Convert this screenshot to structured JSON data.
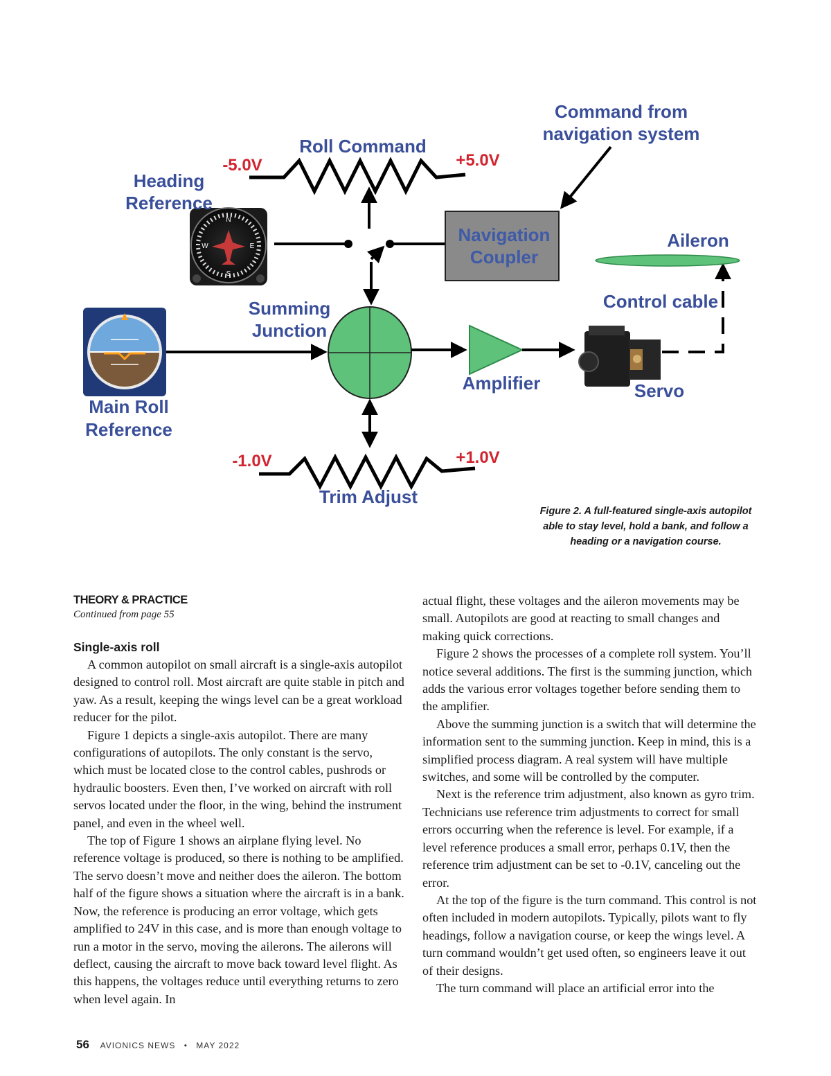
{
  "figure": {
    "labels": {
      "roll_command": "Roll Command",
      "minus5": "-5.0V",
      "plus5": "+5.0V",
      "command_line1": "Command from",
      "command_line2": "navigation system",
      "heading_line1": "Heading",
      "heading_line2": "Reference",
      "nav_line1": "Navigation",
      "nav_line2": "Coupler",
      "aileron": "Aileron",
      "control_cable": "Control cable",
      "summing_line1": "Summing",
      "summing_line2": "Junction",
      "amplifier": "Amplifier",
      "servo": "Servo",
      "main_roll_line1": "Main Roll",
      "main_roll_line2": "Reference",
      "minus1": "-1.0V",
      "plus1": "+1.0V",
      "trim_adjust": "Trim Adjust"
    },
    "caption": "Figure 2. A full-featured single-axis autopilot able to stay level, hold a bank, and follow a heading or a navigation course.",
    "colors": {
      "label_blue": "#3a4f9a",
      "voltage_red": "#d1242f",
      "junction_green": "#5ec27a",
      "coupler_gray": "#8a8a8a"
    }
  },
  "article": {
    "section": "THEORY & PRACTICE",
    "continued": "Continued from page 55",
    "subhead": "Single-axis roll",
    "left_paragraphs": [
      "A common autopilot on small aircraft is a single-axis autopilot designed to control roll. Most aircraft are quite stable in pitch and yaw. As a result, keeping the wings level can be a great workload reducer for the pilot.",
      "Figure 1 depicts a single-axis autopilot. There are many configurations of autopilots. The only constant is the servo, which must be located close to the control cables, pushrods or hydraulic boosters. Even then, I’ve worked on aircraft with roll servos located under the floor, in the wing, behind the instrument panel, and even in the wheel well.",
      "The top of Figure 1 shows an airplane flying level. No reference voltage is produced, so there is nothing to be amplified. The servo doesn’t move and neither does the aileron. The bottom half of the figure shows a situation where the aircraft is in a bank. Now, the reference is producing an error voltage, which gets amplified to 24V in this case, and is more than enough voltage to run a motor in the servo, moving the ailerons. The ailerons will deflect, causing the aircraft to move back toward level flight. As this happens, the voltages reduce until everything returns to zero when level again. In"
    ],
    "right_continuation": "actual flight, these voltages and the aileron movements may be small. Autopilots are good at reacting to small changes and making quick corrections.",
    "right_paragraphs": [
      "Figure 2 shows the processes of a complete roll system. You’ll notice several additions. The first is the summing junction, which adds the various error voltages together before sending them to the amplifier.",
      "Above the summing junction is a switch that will determine the information sent to the summing junction. Keep in mind, this is a simplified process diagram. A real system will have multiple switches, and some will be controlled by the computer.",
      "Next is the reference trim adjustment, also known as gyro trim. Technicians use reference trim adjustments to correct for small errors occurring when the reference is level. For example, if a level reference produces a small error, perhaps 0.1V, then the reference trim adjustment can be set to -0.1V, canceling out the error.",
      "At the top of the figure is the turn command. This control is not often included in modern autopilots. Typically, pilots want to fly headings, follow a navigation course, or keep the wings level. A turn command wouldn’t get used often, so engineers leave it out of their designs.",
      "The turn command will place an artificial error into the"
    ]
  },
  "footer": {
    "page": "56",
    "publication": "AVIONICS NEWS",
    "separator": "•",
    "date": "MAY 2022"
  }
}
